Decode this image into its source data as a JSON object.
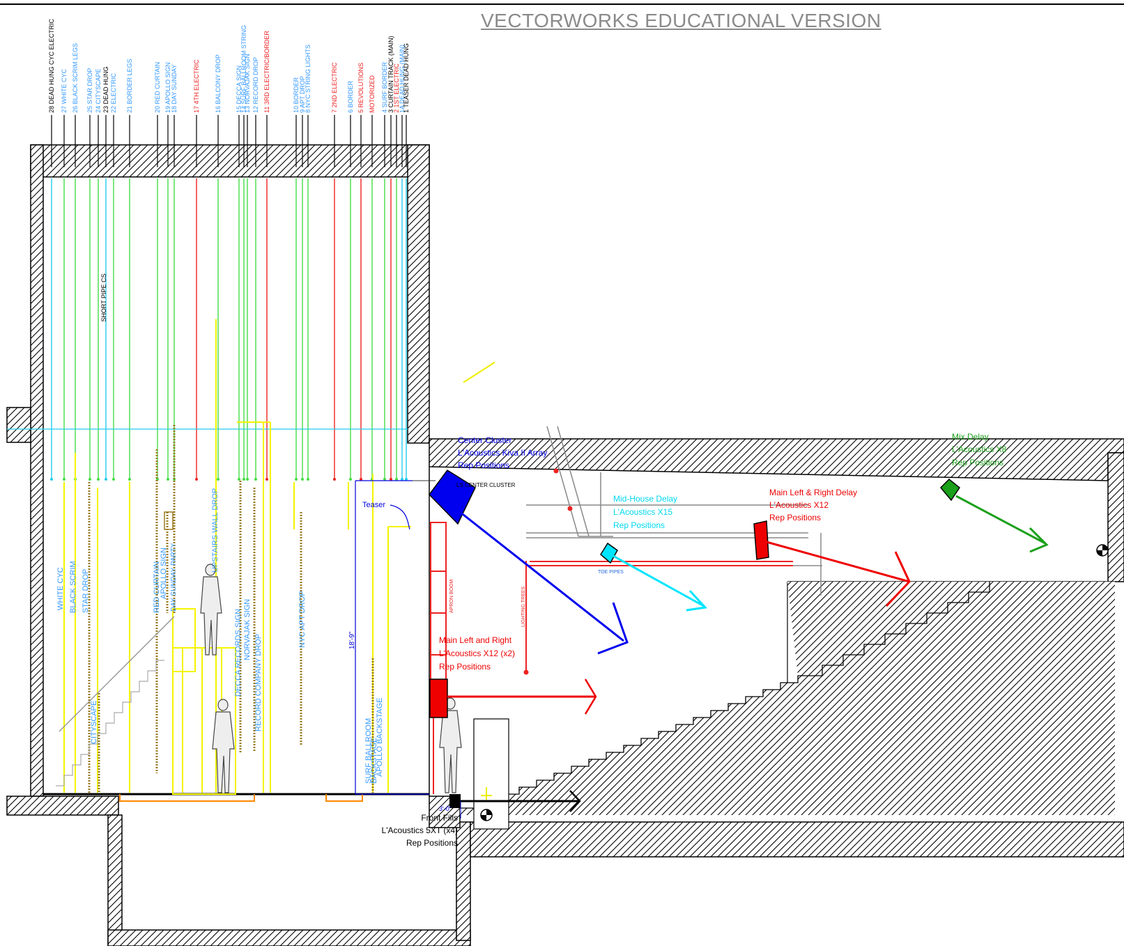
{
  "watermark": "VECTORWORKS EDUCATIONAL VERSION",
  "colors": {
    "blue_speaker": "#0000ee",
    "red_speaker": "#ee0000",
    "cyan_speaker": "#00e5ff",
    "green_speaker": "#1aa01a",
    "lineset_green": "#44dd44",
    "lineset_red": "#ee2222",
    "lineset_cyan": "#22ccee",
    "lineset_yellow": "#f4f400"
  },
  "linesets": [
    {
      "label": "28 DEAD HUNG CYC ELECTRIC",
      "color": "#000000"
    },
    {
      "label": "27 WHITE CYC",
      "color": "#3399ff"
    },
    {
      "label": "26 BLACK SCRIM LEGS",
      "color": "#3399ff"
    },
    {
      "label": "25 STAR DROP",
      "color": "#3399ff"
    },
    {
      "label": "24 CITYSCAPE",
      "color": "#3399ff"
    },
    {
      "label": "23 DEAD HUNG",
      "color": "#000000"
    },
    {
      "label": "22 ELECTRIC",
      "color": "#3399ff"
    },
    {
      "label": "21 BORDER LEGS",
      "color": "#3399ff"
    },
    {
      "label": "20 RED CURTAIN",
      "color": "#3399ff"
    },
    {
      "label": "19 APOLLO SIGN",
      "color": "#3399ff"
    },
    {
      "label": "18 DAY SUNDAY",
      "color": "#3399ff"
    },
    {
      "label": "17 4TH ELECTRIC",
      "color": "#ee2222"
    },
    {
      "label": "16 BALCONY DROP",
      "color": "#3399ff"
    },
    {
      "label": "15 DECCA SIGN",
      "color": "#3399ff"
    },
    {
      "label": "14 SURF BALLROOM STRING",
      "color": "#3399ff"
    },
    {
      "label": "13 NORVAJAK SIGN",
      "color": "#3399ff"
    },
    {
      "label": "12 RECORD DROP",
      "color": "#3399ff"
    },
    {
      "label": "11 3RD ELECTRIC/BORDER",
      "color": "#ee2222"
    },
    {
      "label": "10 BORDER",
      "color": "#3399ff"
    },
    {
      "label": "9 APT DROP",
      "color": "#3399ff"
    },
    {
      "label": "8 NYC STRING LIGHTS",
      "color": "#3399ff"
    },
    {
      "label": "7 2ND ELECTRIC",
      "color": "#ee2222"
    },
    {
      "label": "6 BORDER",
      "color": "#3399ff"
    },
    {
      "label": "5 REVOLUTIONS",
      "color": "#ee2222"
    },
    {
      "label": "MOTORIZED",
      "color": "#ee2222"
    },
    {
      "label": "4 SURF BORDER",
      "color": "#3399ff"
    },
    {
      "label": "3 CURTAIN TRACK (MAIN)",
      "color": "#000000"
    },
    {
      "label": "2 1ST ELECTRIC",
      "color": "#ee2222"
    },
    {
      "label": "1A DEAD HUNG (MAIN)",
      "color": "#3399ff"
    },
    {
      "label": "1 TEASER DEAD HUNG",
      "color": "#000000"
    }
  ],
  "stage_labels": {
    "short_pipe": "SHORT PIPE CS",
    "white_cyc": "WHITE CYC",
    "black_scrim": "BLACK SCRIM",
    "star_drop": "STAR DROP",
    "cityscape": "CITYSCAPE",
    "red_curtain": "RED CURTAIN",
    "apollo_sign": "APOLLO SIGN",
    "day_sunday": "DAY SUNDAY PARTY",
    "upstairs_wall": "UPSTAIRS WALL DROP",
    "decca_records": "DECCA RECORDS SIGN",
    "norvajak_sign": "NORVAJAK SIGN",
    "record_company": "RECORD COMPANY DROP",
    "nyc_apt": "NYC APT DROP",
    "surf_ballroom": "SURF BALLROOM",
    "backstage": "BACKSTAGE",
    "apollo_backstage": "APOLLO BACKSTAGE",
    "teaser": "Teaser",
    "proscenium_height": "18'-9\"",
    "apron_boom": "APRON BOOM",
    "lighting_trees": "LIGHTING TREES",
    "toe_pipes": "TOE PIPES",
    "ls_center_cluster": "LS CENTER CLUSTER",
    "apron_dim": "3'-0\""
  },
  "speakers": {
    "center": {
      "line1": "Center Cluster",
      "line2": "L'Acoustics Kiva II Array",
      "line3": "Rep Positions"
    },
    "main_lr": {
      "line1": "Main Left and Right",
      "line2": "L'Acoustics X12 (x2)",
      "line3": "Rep Positions"
    },
    "mid_house": {
      "line1": "Mid-House Delay",
      "line2": "L'Acoustics X15",
      "line3": "Rep Positions"
    },
    "main_delay": {
      "line1": "Main Left & Right Delay",
      "line2": "L'Acoustics X12",
      "line3": "Rep Positions"
    },
    "mix_delay": {
      "line1": "Mix Delay",
      "line2": "L'Acoustics X8",
      "line3": "Rep Positions"
    },
    "front_fills": {
      "line1": "Front Fills",
      "line2": "L'Acoustics 5XT (x4)",
      "line3": "Rep Positions"
    }
  }
}
